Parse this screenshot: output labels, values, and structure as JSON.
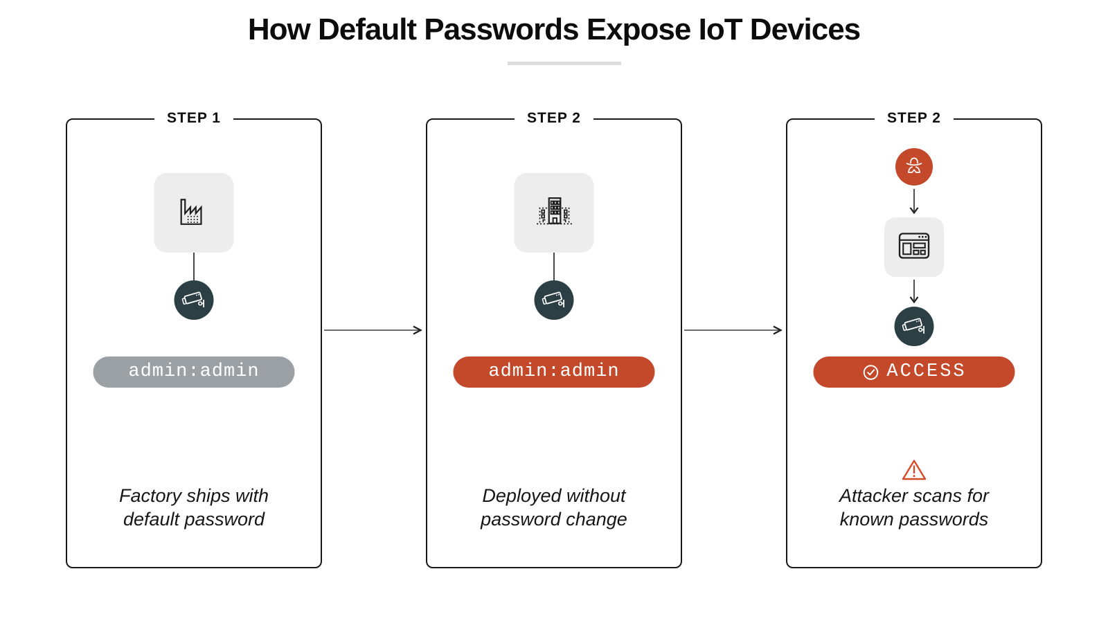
{
  "title": "How Default Passwords Expose IoT Devices",
  "colors": {
    "accent_orange": "#C4492B",
    "camera_circle_teal": "#2B3F45",
    "neutral_pill_gray": "#9BA0A4",
    "warning_orange": "#D44A28",
    "card_border": "#191919"
  },
  "cards": [
    {
      "step_label": "STEP 1",
      "icon": "factory-icon",
      "device_icon": "cctv-camera-icon",
      "pill_text": "admin:admin",
      "pill_color": "#9BA0A4",
      "caption_line1": "Factory ships with",
      "caption_line2": "default password"
    },
    {
      "step_label": "STEP 2",
      "icon": "office-building-icon",
      "device_icon": "cctv-camera-icon",
      "pill_text": "admin:admin",
      "pill_color": "#C4492B",
      "caption_line1": "Deployed without",
      "caption_line2": "password change"
    },
    {
      "step_label": "STEP 2",
      "icons": [
        "attacker-icon",
        "browser-icon",
        "cctv-camera-icon"
      ],
      "pill_text": "ACCESS",
      "pill_icon": "check-circle-icon",
      "pill_color": "#C4492B",
      "warning_icon": "warning-triangle-icon",
      "caption_line1": "Attacker scans for",
      "caption_line2": "known passwords"
    }
  ]
}
